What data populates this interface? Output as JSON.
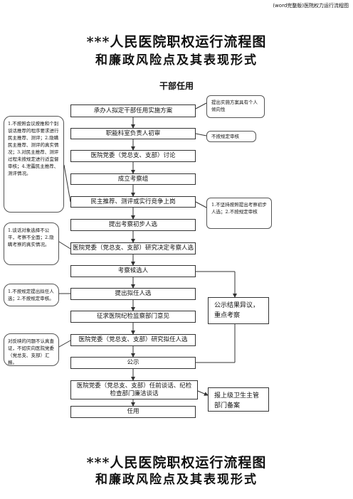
{
  "header_note": "(word完整版)医院权力运行流程图",
  "title_line1": "***人民医院职权运行流程图",
  "title_line2": "和廉政风险点及其表现形式",
  "section_title": "干部任用",
  "steps": [
    "承办人拟定干部任用实施方案",
    "职能科室负责人初审",
    "医院党委（党总支、支部）讨论",
    "成立考察组",
    "民主推荐、测评或实行竞争上岗",
    "提出考察初步人选",
    "医院党委（党总支、支部）研究决定考察人选",
    "考察候选人",
    "提出拟任人选",
    "征求医院纪检监察部门意见",
    "医院党委（党总支、支部）研究拟任人选",
    "公示",
    "医院党委（党总支、支部）任前谈话、纪检检查部门廉洁谈话",
    "任用"
  ],
  "risk_notes": {
    "plan": "提出实施方案具有个人倾向性",
    "review": "不按规定审核",
    "recommend": "1.不按照会议按推和个别谈话推荐的程序要求进行民主推荐、测评；2.隐瞒民主推荐、测评的真实情况；3.对民主推荐、测评过程未按规定进行适宜督审核；4.泄露民主推荐、测评情况。",
    "candidates": "1.不坚持按照提出考察初步人选；2.不按规定审核",
    "inspect": "1.谈话对象选择不公平，考察不全面；2.隐瞒考察的真实情况。",
    "propose": "1.不按规定提出拟任人选；2.不按规定审核。",
    "discipline": "对反映的问题不认真查证，不如实向医院党委（党总支、支部）汇报。"
  },
  "side_boxes": {
    "publicity": "公示结果异议，重点考察",
    "report": "报上级卫生主管部门备案"
  }
}
